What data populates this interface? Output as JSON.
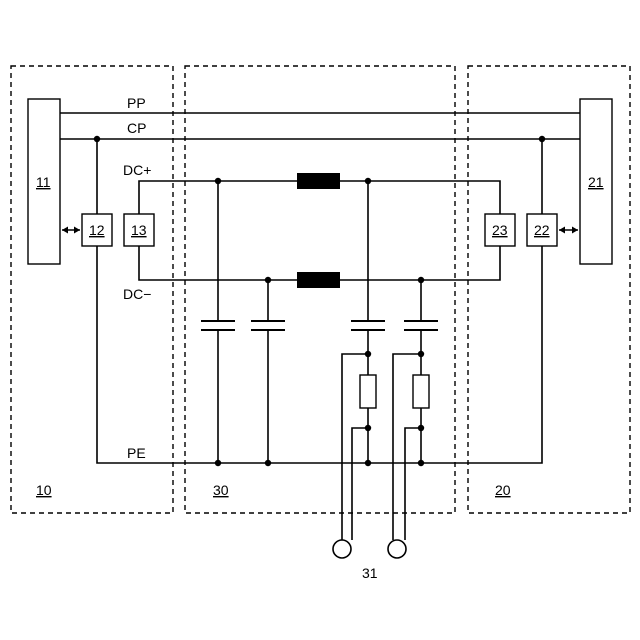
{
  "regions": {
    "r10": "10",
    "r30": "30",
    "r20": "20"
  },
  "blocks": {
    "b11": "11",
    "b12": "12",
    "b13": "13",
    "b21": "21",
    "b22": "22",
    "b23": "23"
  },
  "lines": {
    "pp": "PP",
    "cp": "CP",
    "dc_plus": "DC+",
    "dc_minus": "DC−",
    "pe": "PE"
  },
  "probe": "31"
}
